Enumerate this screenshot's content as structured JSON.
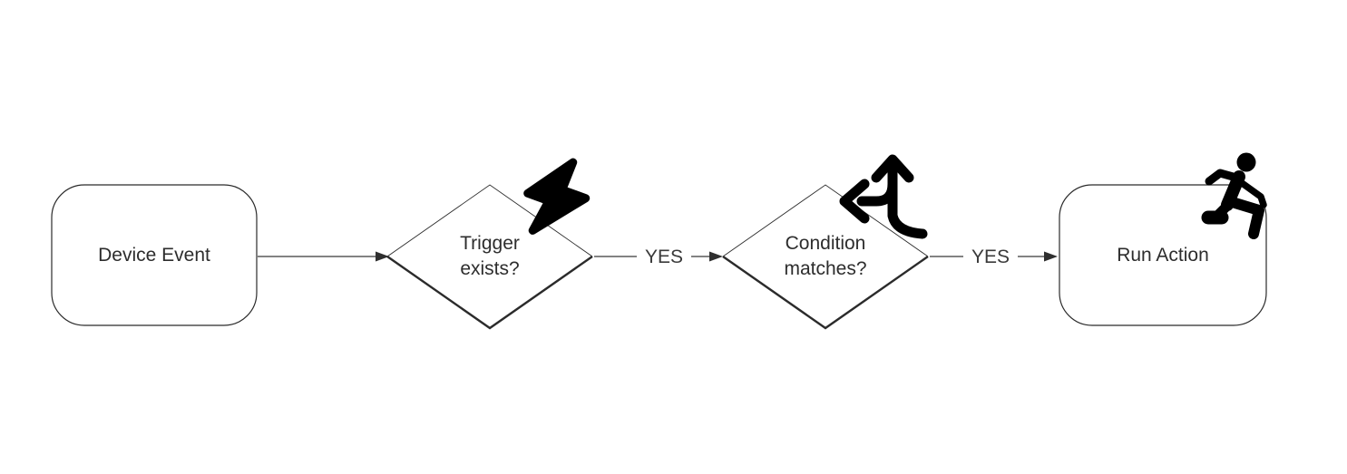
{
  "diagram": {
    "type": "flowchart",
    "direction": "left-to-right",
    "background_color": "#ffffff",
    "node_border_color": "#2b2b2b",
    "node_fill_color": "#ffffff",
    "edge_line_color": "#5a5a5a",
    "arrowhead_color": "#2f2f2f",
    "text_color": "#2d2d2d",
    "icon_color": "#000000"
  },
  "nodes": [
    {
      "id": "device-event",
      "shape": "rounded-rectangle",
      "label": "Device Event",
      "icon": null
    },
    {
      "id": "trigger-exists",
      "shape": "diamond",
      "label": "Trigger exists?",
      "icon": "lightning-bolt-icon"
    },
    {
      "id": "condition-matches",
      "shape": "diamond",
      "label": "Condition matches?",
      "icon": "split-directions-icon"
    },
    {
      "id": "run-action",
      "shape": "rounded-rectangle",
      "label": "Run Action",
      "icon": "running-person-icon"
    }
  ],
  "edges": [
    {
      "from": "device-event",
      "to": "trigger-exists",
      "label": ""
    },
    {
      "from": "trigger-exists",
      "to": "condition-matches",
      "label": "YES"
    },
    {
      "from": "condition-matches",
      "to": "run-action",
      "label": "YES"
    }
  ]
}
